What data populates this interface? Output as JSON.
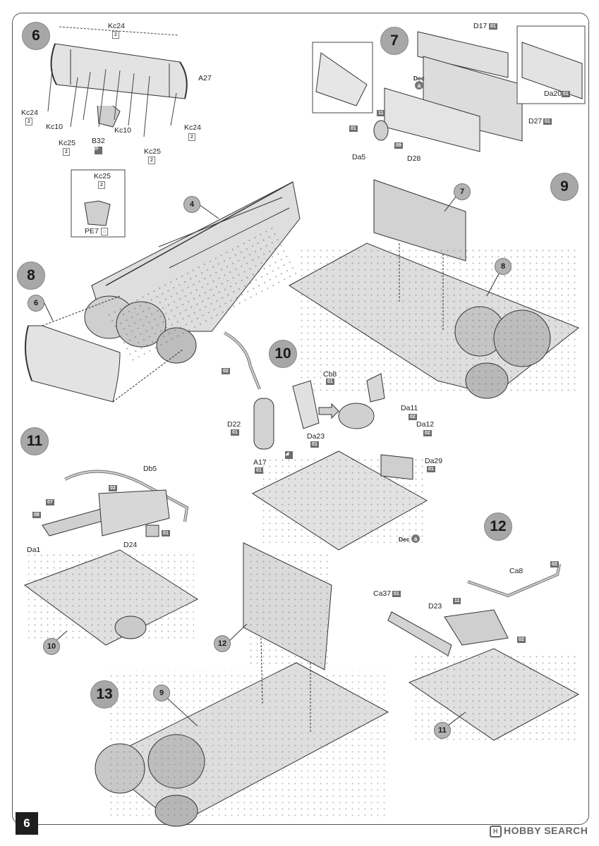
{
  "page": {
    "number": "6",
    "watermark": "HOBBY SEARCH",
    "watermark_mark": "H"
  },
  "steps": {
    "s6": "6",
    "s7": "7",
    "s8": "8",
    "s9": "9",
    "s10": "10",
    "s11": "11",
    "s12": "12",
    "s13": "13"
  },
  "callouts": {
    "c4": "4",
    "c6": "6",
    "c7": "7",
    "c8": "8",
    "c9": "9",
    "c10": "10",
    "c11": "11",
    "c12": "12"
  },
  "labels": {
    "kc24_top": "Kc24",
    "a27": "A27",
    "kc24_left": "Kc24",
    "kc10_left": "Kc10",
    "kc25_left": "Kc25",
    "b32": "B32",
    "kc10_mid": "Kc10",
    "kc24_right": "Kc24",
    "kc25_right": "Kc25",
    "kc25_inset": "Kc25",
    "pe7": "PE7",
    "d17": "D17",
    "da20": "Da20",
    "d27": "D27",
    "da5": "Da5",
    "d28": "D28",
    "cb8": "Cb8",
    "d22": "D22",
    "da11": "Da11",
    "da12": "Da12",
    "da23": "Da23",
    "da29": "Da29",
    "a17": "A17",
    "db5": "Db5",
    "da1": "Da1",
    "d24": "D24",
    "ca8": "Ca8",
    "ca37": "Ca37",
    "d23": "D23"
  },
  "badges": {
    "kc24_top": "2",
    "kc24_left": "2",
    "kc25_left": "2",
    "kc24_right": "2",
    "kc25_right": "2",
    "kc25_inset": "2",
    "d17": "01",
    "da20": "01",
    "d27": "01",
    "s7_11": "11",
    "s7_01": "01",
    "s7_09": "09",
    "cb8": "01",
    "s10_02": "02",
    "d22": "01",
    "da11": "02",
    "da12": "02",
    "da23": "01",
    "da29": "01",
    "a17": "01",
    "s11_07": "07",
    "s11_08": "08",
    "db5": "02",
    "d24": "01",
    "ca8": "02",
    "ca37": "01",
    "d23": "11",
    "d23b": "02"
  },
  "decals": {
    "dec_label": "Dec",
    "dec_ref": "a"
  },
  "colors": {
    "line": "#333333",
    "part_fill": "#d9d9d9",
    "part_dark": "#9a9a9a",
    "badge": "#6d6d6d",
    "step": "#a7a7a7"
  }
}
